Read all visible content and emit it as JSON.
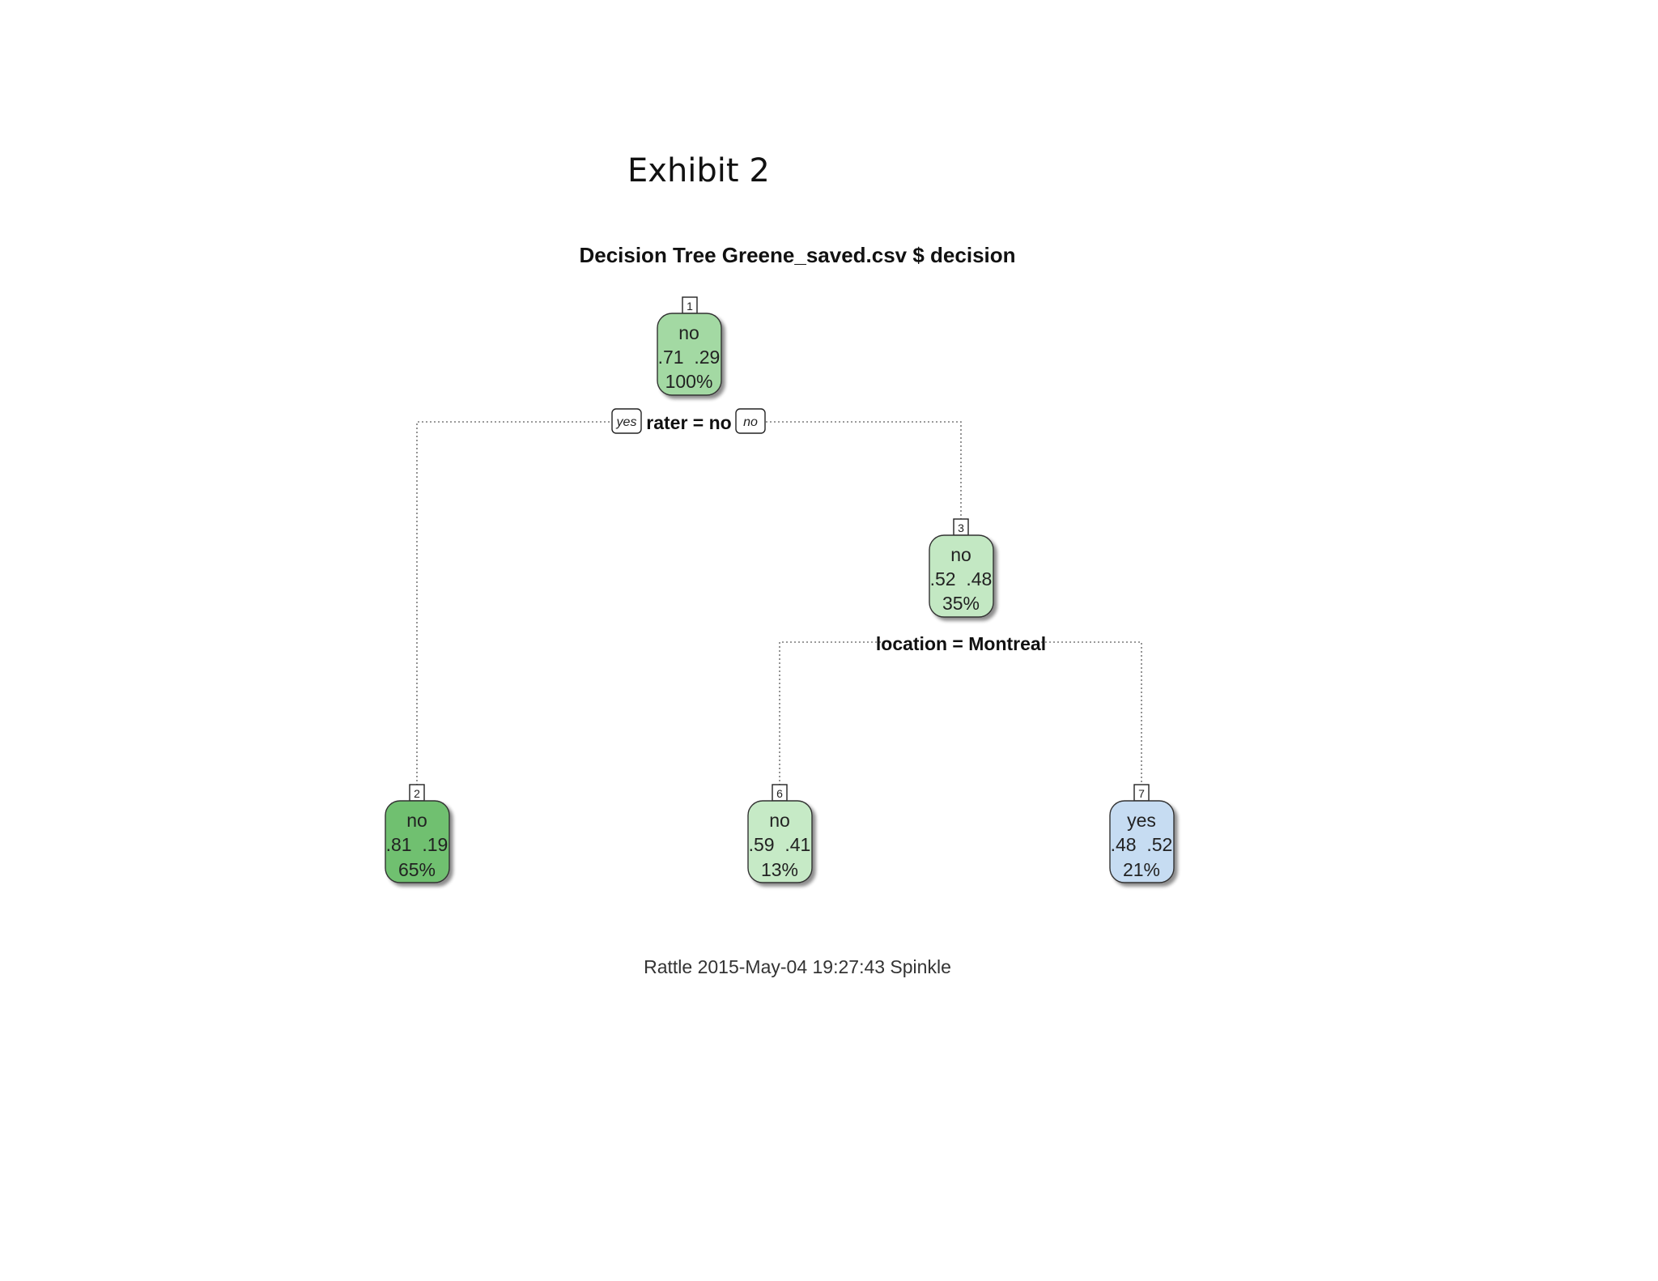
{
  "exhibit_title": "Exhibit 2",
  "tree": {
    "title": "Decision Tree Greene_saved.csv $ decision",
    "footer": "Rattle 2015-May-04 19:27:43 Spinkle",
    "branch_labels": {
      "left": "yes",
      "right": "no"
    },
    "colors": {
      "node1": "#a3d9a3",
      "node2": "#6fc06f",
      "node3": "#c3e8c3",
      "node6": "#c6eac6",
      "node7": "#c6dcf2",
      "edge": "#7a7a7a"
    },
    "nodes": [
      {
        "id": "1",
        "class": "no",
        "probs": ".71  .29",
        "pct": "100%"
      },
      {
        "id": "2",
        "class": "no",
        "probs": ".81  .19",
        "pct": "65%"
      },
      {
        "id": "3",
        "class": "no",
        "probs": ".52  .48",
        "pct": "35%"
      },
      {
        "id": "6",
        "class": "no",
        "probs": ".59  .41",
        "pct": "13%"
      },
      {
        "id": "7",
        "class": "yes",
        "probs": ".48  .52",
        "pct": "21%"
      }
    ],
    "splits": [
      {
        "label": "rater = no"
      },
      {
        "label": "location = Montreal"
      }
    ]
  }
}
